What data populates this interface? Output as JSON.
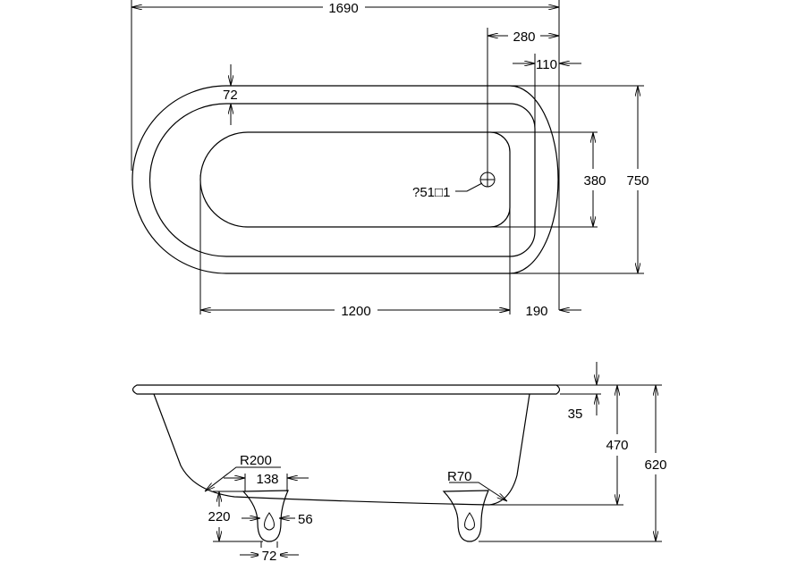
{
  "plan_view": {
    "overall_length": "1690",
    "drain_offset": "280",
    "rim_offset": "110",
    "rim_width": "72",
    "overall_width": "750",
    "basin_width": "380",
    "basin_length": "1200",
    "end_offset": "190",
    "drain_label": "?51□1"
  },
  "side_view": {
    "rim_thickness": "35",
    "inner_depth": "470",
    "overall_height": "620",
    "radius_left": "R200",
    "radius_right": "R70",
    "foot_spacing": "138",
    "foot_height": "220",
    "foot_neck": "56",
    "foot_base": "72"
  }
}
